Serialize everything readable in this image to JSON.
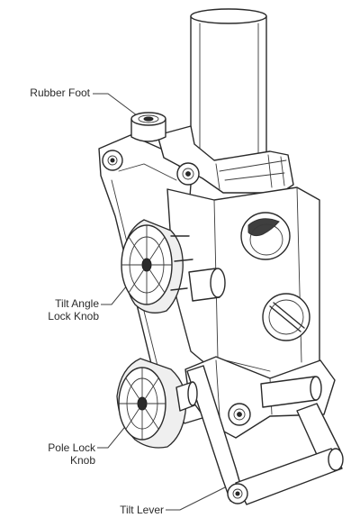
{
  "labels": {
    "rubber_foot": "Rubber Foot",
    "tilt_angle_lock_knob_line1": "Tilt Angle",
    "tilt_angle_lock_knob_line2": "Lock Knob",
    "pole_lock_knob_line1": "Pole Lock",
    "pole_lock_knob_line2": "Knob",
    "tilt_lever": "Tilt Lever"
  }
}
